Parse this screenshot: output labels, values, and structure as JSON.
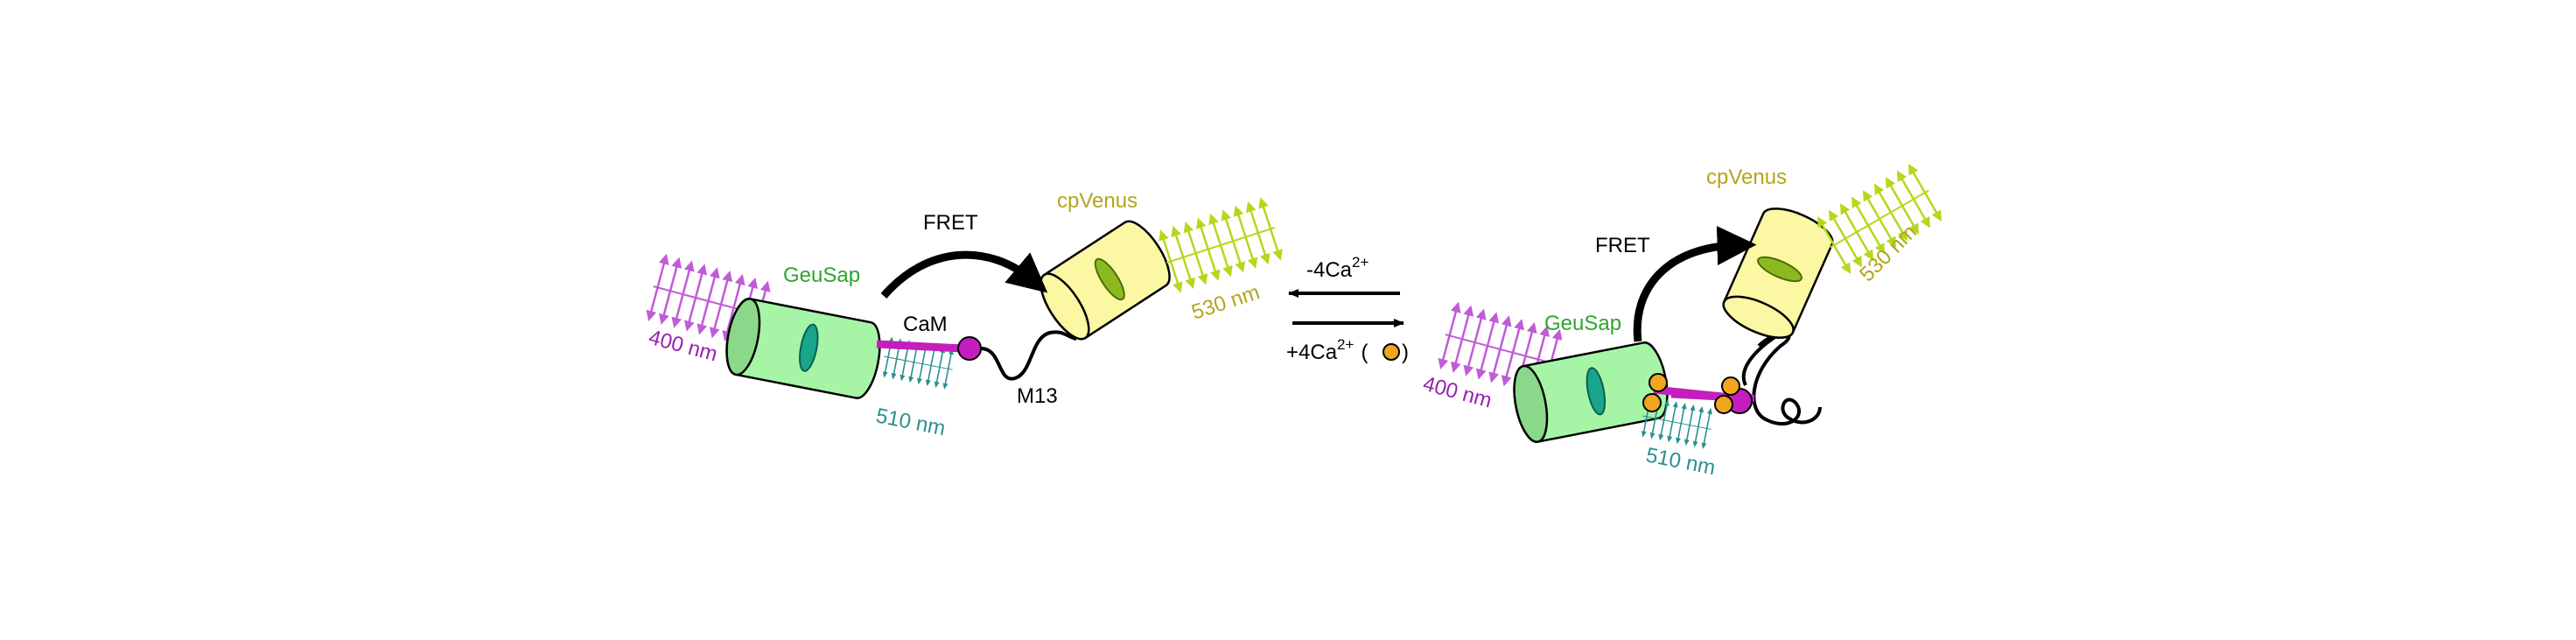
{
  "left_state": {
    "donor_label": "GeuSap",
    "acceptor_label": "cpVenus",
    "fret_label": "FRET",
    "cam_label": "CaM",
    "m13_label": "M13",
    "excitation_label": "400 nm",
    "donor_emission_label": "510 nm",
    "acceptor_emission_label": "530 nm"
  },
  "equilibrium": {
    "reverse_label_base": "-4Ca",
    "reverse_label_sup": "2+",
    "forward_label_base": "+4Ca",
    "forward_label_sup": "2+",
    "forward_label_tail": "(",
    "forward_label_close": ")"
  },
  "right_state": {
    "donor_label": "GeuSap",
    "acceptor_label": "cpVenus",
    "fret_label": "FRET",
    "excitation_label": "400 nm",
    "donor_emission_label": "510 nm",
    "acceptor_emission_label": "530 nm"
  },
  "colors": {
    "donor_text": "#2fa52f",
    "donor_body": "#a6f5a6",
    "donor_chromophore": "#1aa58a",
    "acceptor_text": "#b4a51e",
    "acceptor_body": "#fbf7a3",
    "acceptor_chromophore": "#8cba1e",
    "excitation": "#c05cd6",
    "excitation_text": "#9a1fb0",
    "donor_emission": "#2a8f8f",
    "acceptor_emission": "#b4d81c",
    "cam": "#c41fbd",
    "calcium": "#f2a51e"
  }
}
